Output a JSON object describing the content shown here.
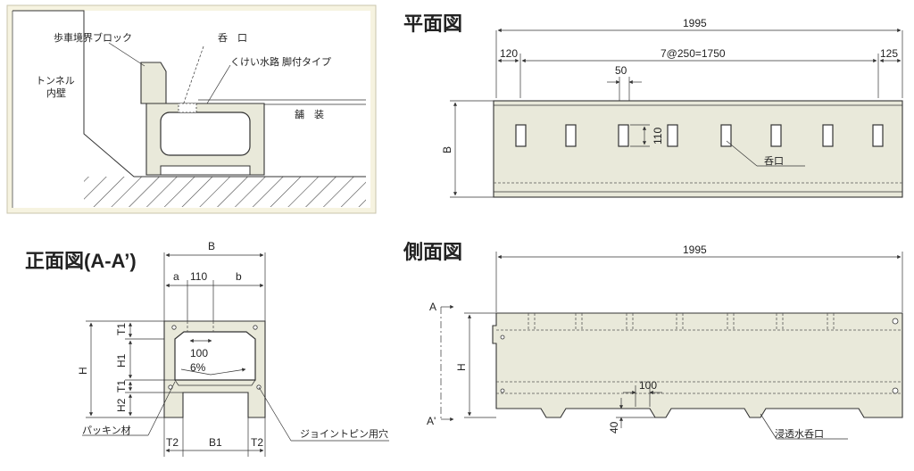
{
  "section_view": {
    "label_block": "歩車境界ブロック",
    "label_inlet": "呑　口",
    "label_type": "くけい水路 脚付タイプ",
    "label_tunnel": "トンネル\n内壁",
    "label_pave": "舗　装"
  },
  "plan_view": {
    "title": "平面図",
    "dim_total": "1995",
    "dim_left": "120",
    "dim_mid": "7@250=1750",
    "dim_right": "125",
    "dim_50": "50",
    "dim_110": "110",
    "dim_B": "B",
    "label_inlet": "呑口"
  },
  "front_view": {
    "title": "正面図(A-A’)",
    "dim_B": "B",
    "dim_a": "a",
    "dim_110": "110",
    "dim_b": "b",
    "dim_H": "H",
    "dim_T1a": "T1",
    "dim_H1": "H1",
    "dim_T1b": "T1",
    "dim_H2": "H2",
    "dim_100": "100",
    "dim_slope": "6%",
    "dim_T2a": "T2",
    "dim_B1": "B1",
    "dim_T2b": "T2",
    "label_packing": "パッキン材",
    "label_joint": "ジョイントピン用穴"
  },
  "side_view": {
    "title": "側面図",
    "dim_total": "1995",
    "dim_H": "H",
    "dim_100": "100",
    "dim_40": "40",
    "label_A_top": "A",
    "label_A_bottom": "A'",
    "label_seepage": "浸透水呑口"
  },
  "colors": {
    "panel_bg": "#f6f3e0",
    "concrete": "#e9e9da",
    "line": "#333333"
  }
}
